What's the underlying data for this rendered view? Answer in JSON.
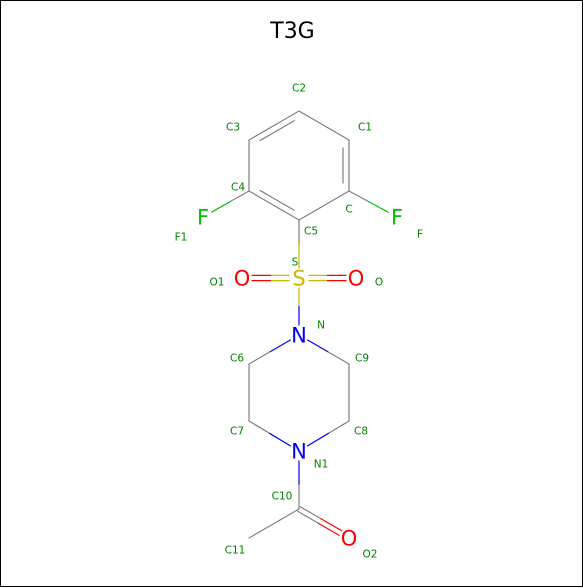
{
  "title": "T3G",
  "colors": {
    "bond": "#808080",
    "carbon_label": "#008000",
    "O": "#ff0000",
    "N": "#0000ff",
    "S": "#ccb800",
    "F": "#00c000"
  },
  "atoms": [
    {
      "id": "C2",
      "symbol": "C",
      "name": "C2"
    },
    {
      "id": "C1",
      "symbol": "C",
      "name": "C1"
    },
    {
      "id": "C",
      "symbol": "C",
      "name": "C"
    },
    {
      "id": "C5",
      "symbol": "C",
      "name": "C5"
    },
    {
      "id": "C4",
      "symbol": "C",
      "name": "C4"
    },
    {
      "id": "C3",
      "symbol": "C",
      "name": "C3"
    },
    {
      "id": "F1",
      "symbol": "F",
      "name": "F1"
    },
    {
      "id": "F",
      "symbol": "F",
      "name": "F"
    },
    {
      "id": "S",
      "symbol": "S",
      "name": "S"
    },
    {
      "id": "O1",
      "symbol": "O",
      "name": "O1"
    },
    {
      "id": "O",
      "symbol": "O",
      "name": "O"
    },
    {
      "id": "N",
      "symbol": "N",
      "name": "N"
    },
    {
      "id": "C6",
      "symbol": "C",
      "name": "C6"
    },
    {
      "id": "C9",
      "symbol": "C",
      "name": "C9"
    },
    {
      "id": "C7",
      "symbol": "C",
      "name": "C7"
    },
    {
      "id": "C8",
      "symbol": "C",
      "name": "C8"
    },
    {
      "id": "N1",
      "symbol": "N",
      "name": "N1"
    },
    {
      "id": "C10",
      "symbol": "C",
      "name": "C10"
    },
    {
      "id": "C11",
      "symbol": "C",
      "name": "C11"
    },
    {
      "id": "O2",
      "symbol": "O",
      "name": "O2"
    }
  ],
  "bonds": [
    {
      "a": "C2",
      "b": "C1",
      "order": 1
    },
    {
      "a": "C1",
      "b": "C",
      "order": 2
    },
    {
      "a": "C",
      "b": "C5",
      "order": 1
    },
    {
      "a": "C5",
      "b": "C4",
      "order": 2
    },
    {
      "a": "C4",
      "b": "C3",
      "order": 1
    },
    {
      "a": "C3",
      "b": "C2",
      "order": 2
    },
    {
      "a": "C4",
      "b": "F1",
      "order": 1
    },
    {
      "a": "C",
      "b": "F",
      "order": 1
    },
    {
      "a": "C5",
      "b": "S",
      "order": 1
    },
    {
      "a": "S",
      "b": "O1",
      "order": 2
    },
    {
      "a": "S",
      "b": "O",
      "order": 2
    },
    {
      "a": "S",
      "b": "N",
      "order": 1
    },
    {
      "a": "N",
      "b": "C6",
      "order": 1
    },
    {
      "a": "N",
      "b": "C9",
      "order": 1
    },
    {
      "a": "C6",
      "b": "C7",
      "order": 1
    },
    {
      "a": "C9",
      "b": "C8",
      "order": 1
    },
    {
      "a": "C7",
      "b": "N1",
      "order": 1
    },
    {
      "a": "C8",
      "b": "N1",
      "order": 1
    },
    {
      "a": "N1",
      "b": "C10",
      "order": 1
    },
    {
      "a": "C10",
      "b": "C11",
      "order": 1
    },
    {
      "a": "C10",
      "b": "O2",
      "order": 2
    }
  ]
}
